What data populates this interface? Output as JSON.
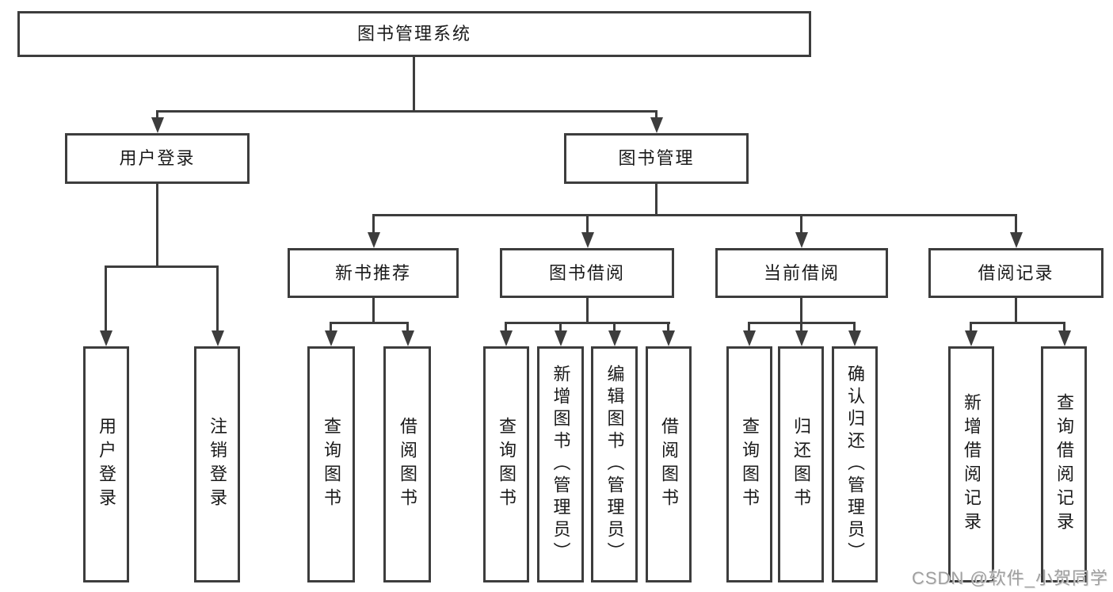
{
  "title": "图书管理系统",
  "level2": {
    "user_login": "用户登录",
    "book_management": "图书管理"
  },
  "level3": {
    "new_book_recommend": "新书推荐",
    "book_borrow": "图书借阅",
    "current_borrow": "当前借阅",
    "borrow_record": "借阅记录"
  },
  "leaves": {
    "user_login_leaf": "用户登录",
    "logout": "注销登录",
    "recommend_query_book": "查询图书",
    "recommend_borrow_book": "借阅图书",
    "borrow_query_book": "查询图书",
    "borrow_add_book": "新增图书（管理员）",
    "borrow_edit_book": "编辑图书（管理员）",
    "borrow_borrow_book": "借阅图书",
    "current_query_book": "查询图书",
    "current_return_book": "归还图书",
    "current_confirm_return": "确认归还（管理员）",
    "record_add": "新增借阅记录",
    "record_query": "查询借阅记录"
  },
  "watermark": "CSDN @软件_小贺同学",
  "colors": {
    "line": "#3d3d3d",
    "text": "#1a1a1a",
    "background": "#ffffff",
    "watermark": "#9f9f9f"
  }
}
